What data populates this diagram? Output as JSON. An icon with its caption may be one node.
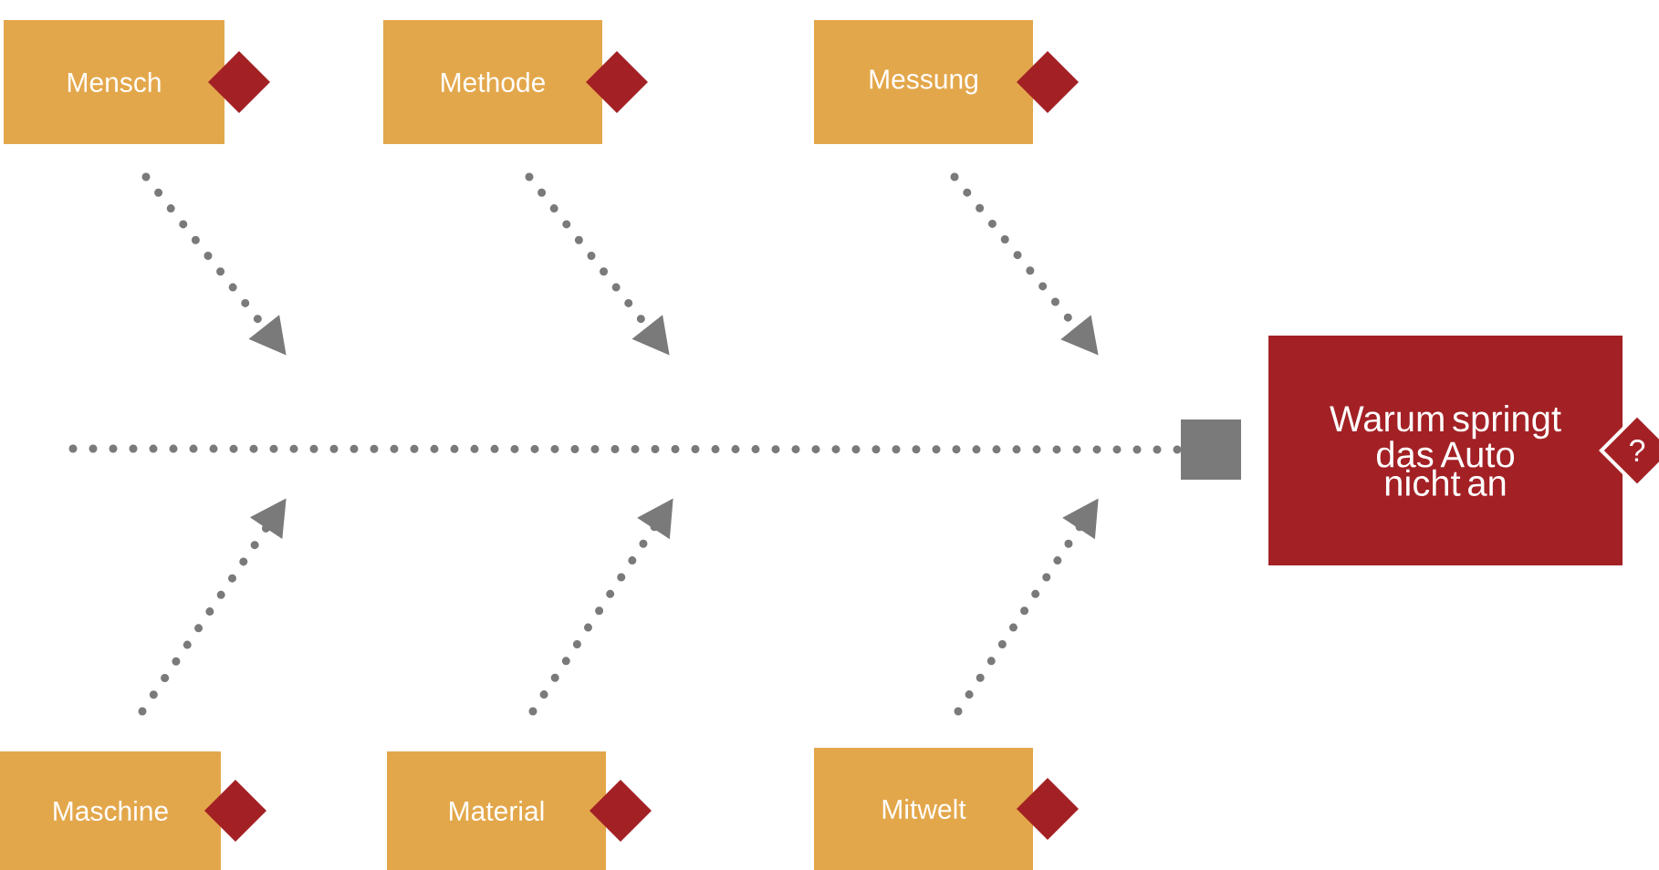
{
  "diagram": {
    "nodes": [
      {
        "text": [
          "Mensch"
        ]
      },
      {
        "text": [
          "Methode"
        ]
      },
      {
        "text": [
          "Messung"
        ]
      },
      {
        "text": [
          "Maschine"
        ]
      },
      {
        "text": [
          "Material"
        ]
      },
      {
        "text": [
          "Mitwelt"
        ]
      },
      {
        "text": [
          "Warum springt das Auto nicht an",
          "?"
        ]
      },
      {
        "text": [],
        "shape": "box"
      }
    ],
    "edges": [
      {
        "from": 0,
        "to": null,
        "arrow": "to"
      },
      {
        "from": 1,
        "to": null,
        "arrow": "to"
      },
      {
        "from": 2,
        "to": null,
        "arrow": "to"
      },
      {
        "from": 3,
        "to": null,
        "arrow": "to"
      },
      {
        "from": 4,
        "to": null,
        "arrow": "to"
      },
      {
        "from": 5,
        "to": null,
        "arrow": "to"
      },
      {
        "from": null,
        "to": 7,
        "arrow": "none"
      }
    ]
  }
}
